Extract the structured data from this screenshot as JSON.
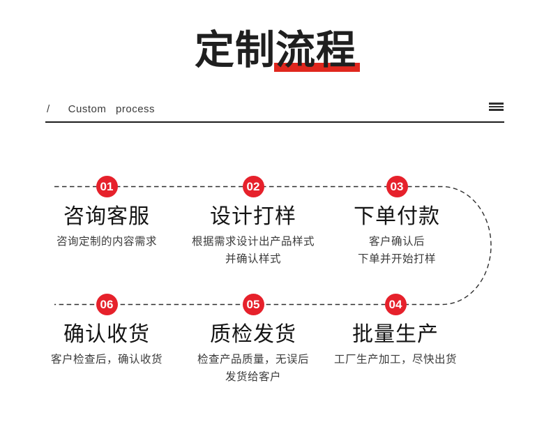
{
  "colors": {
    "accent_red": "#e6212b",
    "bar_red": "#e0271e",
    "line_dark": "#2e2e2e"
  },
  "header": {
    "title_part1": "定制",
    "title_part2": "流程",
    "subtitle_slash": "/",
    "subtitle": "Custom process"
  },
  "steps": [
    {
      "num": "01",
      "title": "咨询客服",
      "desc": [
        "咨询定制的内容需求"
      ]
    },
    {
      "num": "02",
      "title": "设计打样",
      "desc": [
        "根据需求设计出产品样式",
        "并确认样式"
      ]
    },
    {
      "num": "03",
      "title": "下单付款",
      "desc": [
        "客户确认后",
        "下单并开始打样"
      ]
    },
    {
      "num": "04",
      "title": "批量生产",
      "desc": [
        "工厂生产加工，尽快出货"
      ]
    },
    {
      "num": "05",
      "title": "质检发货",
      "desc": [
        "检查产品质量，无误后",
        "发货给客户"
      ]
    },
    {
      "num": "06",
      "title": "确认收货",
      "desc": [
        "客户检查后，确认收货"
      ]
    }
  ]
}
